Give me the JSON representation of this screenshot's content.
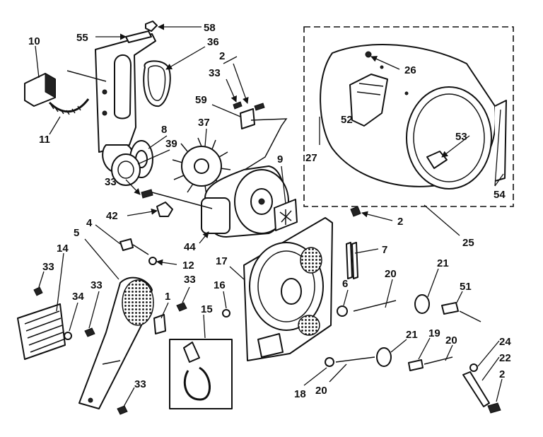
{
  "callouts": {
    "c58": "58",
    "c55": "55",
    "c36": "36",
    "c10": "10",
    "c11": "11",
    "c2a": "2",
    "c33a": "33",
    "c59": "59",
    "c8": "8",
    "c37": "37",
    "c39": "39",
    "c9": "9",
    "c33b": "33",
    "c42": "42",
    "c44": "44",
    "c26": "26",
    "c52": "52",
    "c27": "27",
    "c53": "53",
    "c54": "54",
    "c25": "25",
    "c2b": "2",
    "c4": "4",
    "c5": "5",
    "c12": "12",
    "c14": "14",
    "c33c": "33",
    "c33d": "33",
    "c34": "34",
    "c33e": "33",
    "c1": "1",
    "c15": "15",
    "c16": "16",
    "c17": "17",
    "c7": "7",
    "c20a": "20",
    "c6": "6",
    "c21a": "21",
    "c51": "51",
    "c21b": "21",
    "c19": "19",
    "c20b": "20",
    "c24": "24",
    "c22": "22",
    "c2c": "2",
    "c18": "18",
    "c20c": "20",
    "c33f": "33"
  }
}
